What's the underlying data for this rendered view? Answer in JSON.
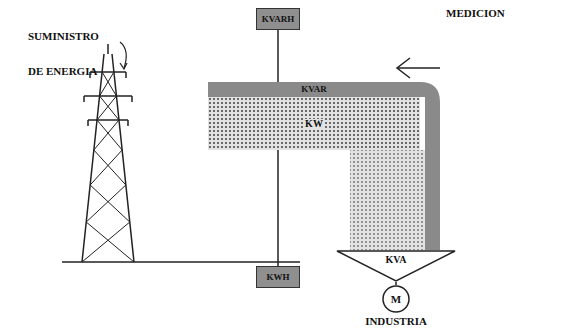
{
  "diagram": {
    "nodes": [
      {
        "text": [
          "KVARH"
        ]
      },
      {
        "text": [
          "KVAR"
        ]
      },
      {
        "text": [
          "KW"
        ]
      },
      {
        "text": [
          "KVA"
        ]
      },
      {
        "text": [
          "M"
        ]
      },
      {
        "text": [
          "KWH"
        ]
      }
    ],
    "edges": [
      {
        "from": 0,
        "to": 1,
        "arrow": "none"
      },
      {
        "from": 2,
        "to": 5,
        "arrow": "none"
      },
      {
        "from": 3,
        "to": 4,
        "arrow": "none"
      }
    ],
    "labels": [
      "SUMINISTRO",
      "DE ENERGIA",
      "MEDICION",
      "INDUSTRIA"
    ]
  }
}
